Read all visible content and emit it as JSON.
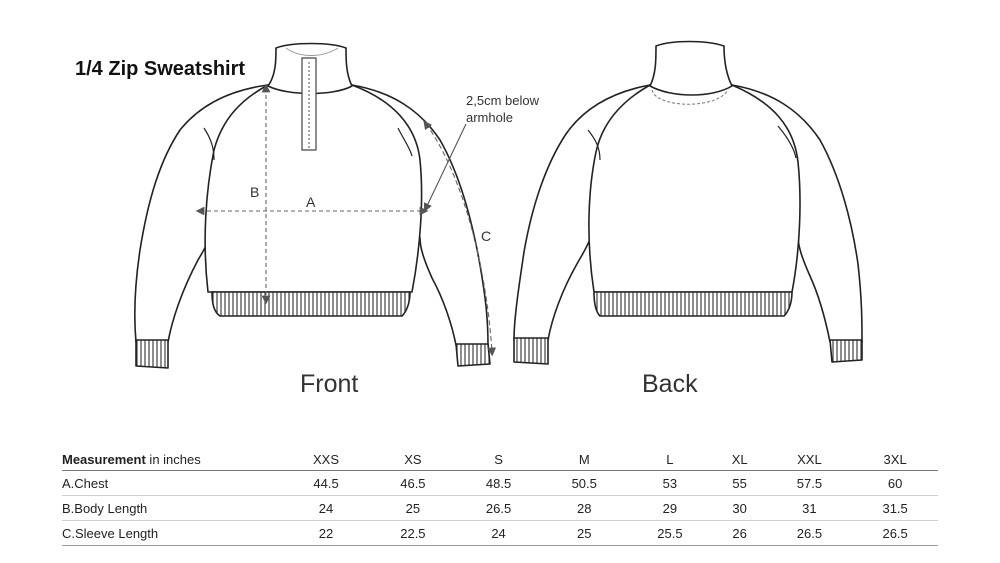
{
  "title": "1/4 Zip Sweatshirt",
  "views": {
    "front": "Front",
    "back": "Back"
  },
  "annotations": {
    "armhole_note_line1": "2,5cm below",
    "armhole_note_line2": "armhole",
    "label_a": "A",
    "label_b": "B",
    "label_c": "C"
  },
  "table": {
    "header_bold": "Measurement",
    "header_rest": " in inches",
    "sizes": [
      "XXS",
      "XS",
      "S",
      "M",
      "L",
      "XL",
      "XXL",
      "3XL"
    ],
    "rows": [
      {
        "label": "A.Chest",
        "values": [
          "44.5",
          "46.5",
          "48.5",
          "50.5",
          "53",
          "55",
          "57.5",
          "60"
        ]
      },
      {
        "label": "B.Body Length",
        "values": [
          "24",
          "25",
          "26.5",
          "28",
          "29",
          "30",
          "31",
          "31.5"
        ]
      },
      {
        "label": "C.Sleeve Length",
        "values": [
          "22",
          "22.5",
          "24",
          "25",
          "25.5",
          "26",
          "26.5",
          "26.5"
        ]
      }
    ]
  },
  "colors": {
    "line": "#222222",
    "rib": "#555555",
    "dash": "#666666"
  },
  "icons": [
    "front-sweatshirt-drawing",
    "back-sweatshirt-drawing",
    "measurement-arrow"
  ]
}
